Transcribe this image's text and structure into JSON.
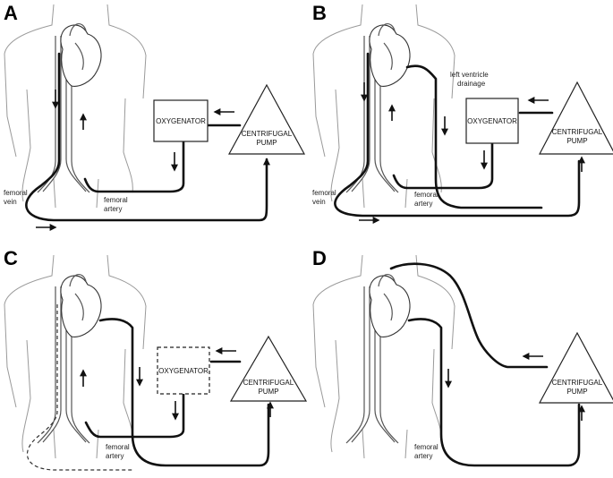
{
  "panels": [
    {
      "letter": "A",
      "oxygenator": "OXYGENATOR",
      "pump_line1": "CENTRIFUGAL",
      "pump_line2": "PUMP",
      "vein_line1": "femoral",
      "vein_line2": "vein",
      "artery_line1": "femoral",
      "artery_line2": "artery"
    },
    {
      "letter": "B",
      "oxygenator": "OXYGENATOR",
      "pump_line1": "CENTRIFUGAL",
      "pump_line2": "PUMP",
      "vein_line1": "femoral",
      "vein_line2": "vein",
      "artery_line1": "femoral",
      "artery_line2": "artery",
      "lv_line1": "left ventricle",
      "lv_line2": "drainage"
    },
    {
      "letter": "C",
      "oxygenator": "OXYGENATOR",
      "pump_line1": "CENTRIFUGAL",
      "pump_line2": "PUMP",
      "artery_line1": "femoral",
      "artery_line2": "artery"
    },
    {
      "letter": "D",
      "pump_line1": "CENTRIFUGAL",
      "pump_line2": "PUMP",
      "artery_line1": "femoral",
      "artery_line2": "artery"
    }
  ]
}
